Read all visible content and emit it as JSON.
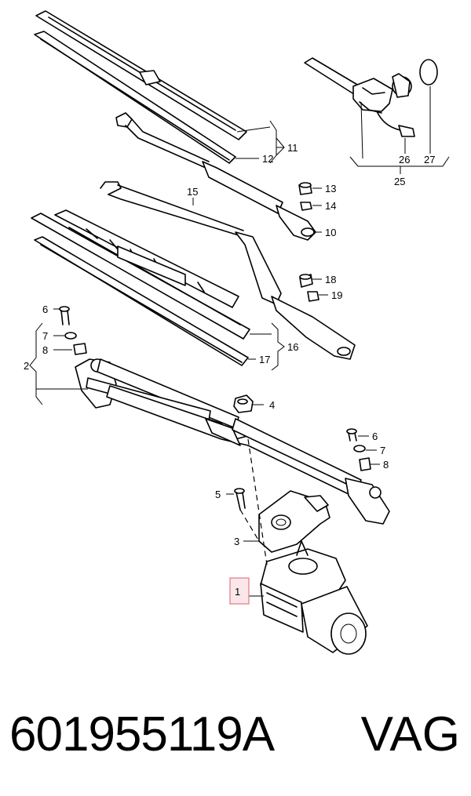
{
  "diagram": {
    "labels": {
      "l1": "1",
      "l2": "2",
      "l3": "3",
      "l4": "4",
      "l5": "5",
      "l6a": "6",
      "l6b": "6",
      "l7a": "7",
      "l7b": "7",
      "l8a": "8",
      "l8b": "8",
      "l10": "10",
      "l11": "11",
      "l12": "12",
      "l13": "13",
      "l14": "14",
      "l15": "15",
      "l16": "16",
      "l17": "17",
      "l18": "18",
      "l19": "19",
      "l25": "25",
      "l26": "26",
      "l27": "27"
    },
    "highlighted_item": "1"
  },
  "footer": {
    "part_number": "601955119A",
    "brand": "VAG"
  }
}
